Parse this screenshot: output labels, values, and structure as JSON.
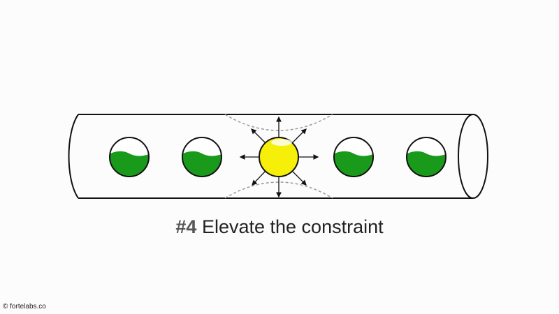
{
  "caption": {
    "number": "#4",
    "text": "Elevate the constraint"
  },
  "copyright": "© fortelabs.co",
  "colors": {
    "green": "#1a9a1a",
    "yellow": "#f5ef0a",
    "outline": "#111111",
    "dash": "#999999"
  }
}
